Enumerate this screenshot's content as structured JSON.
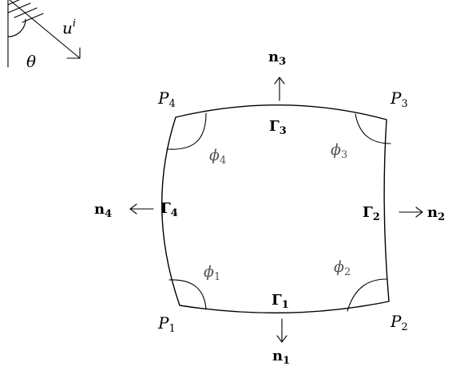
{
  "incident_wave": {
    "wave_label": "u",
    "wave_sup": "i",
    "angle_label": "θ"
  },
  "corners": [
    {
      "id": "P1",
      "base": "P",
      "sub": "1"
    },
    {
      "id": "P2",
      "base": "P",
      "sub": "2"
    },
    {
      "id": "P3",
      "base": "P",
      "sub": "3"
    },
    {
      "id": "P4",
      "base": "P",
      "sub": "4"
    }
  ],
  "sides": [
    {
      "id": "G1",
      "base": "Γ",
      "sub": "1"
    },
    {
      "id": "G2",
      "base": "Γ",
      "sub": "2"
    },
    {
      "id": "G3",
      "base": "Γ",
      "sub": "3"
    },
    {
      "id": "G4",
      "base": "Γ",
      "sub": "4"
    }
  ],
  "normals": [
    {
      "id": "n1",
      "base": "n",
      "sub": "1"
    },
    {
      "id": "n2",
      "base": "n",
      "sub": "2"
    },
    {
      "id": "n3",
      "base": "n",
      "sub": "3"
    },
    {
      "id": "n4",
      "base": "n",
      "sub": "4"
    }
  ],
  "angles": [
    {
      "id": "phi1",
      "base": "ϕ",
      "sub": "1"
    },
    {
      "id": "phi2",
      "base": "ϕ",
      "sub": "2"
    },
    {
      "id": "phi3",
      "base": "ϕ",
      "sub": "3"
    },
    {
      "id": "phi4",
      "base": "ϕ",
      "sub": "4"
    }
  ]
}
